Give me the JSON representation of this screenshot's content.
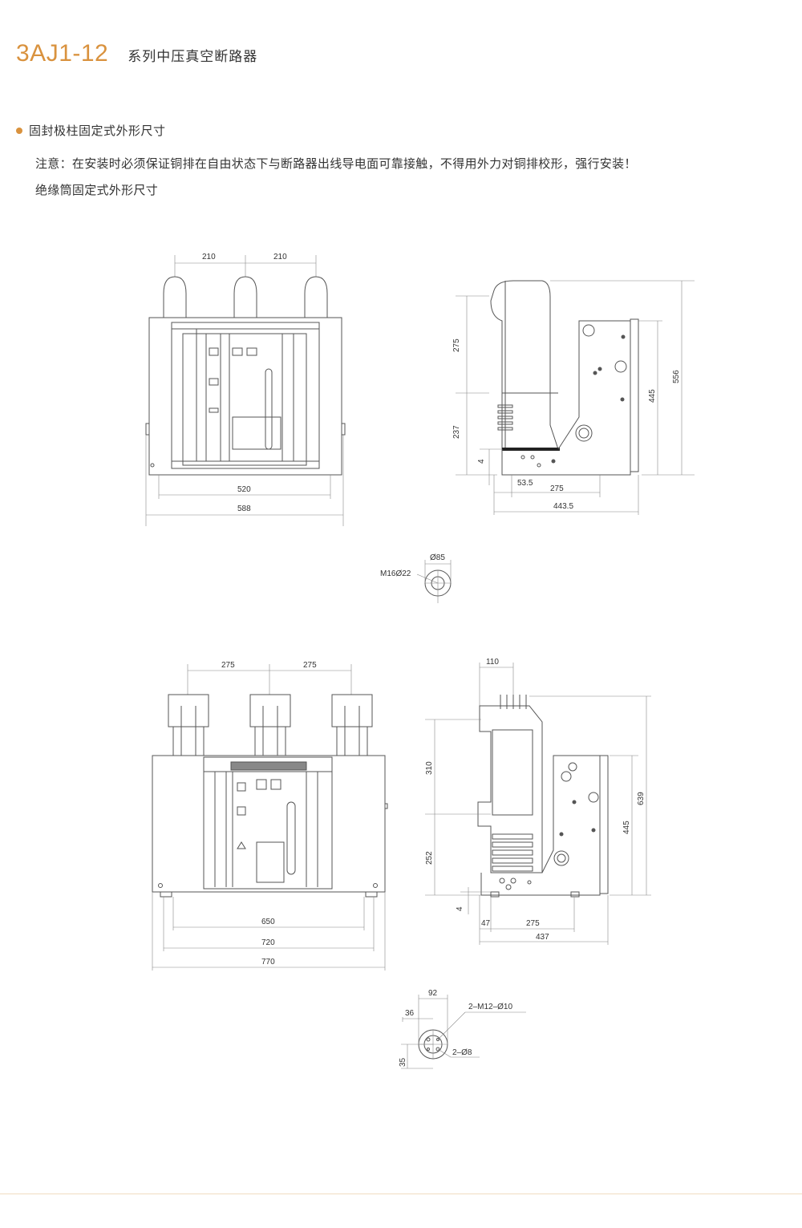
{
  "header": {
    "model": "3AJ1-12",
    "series": "系列中压真空断路器"
  },
  "section": {
    "title": "固封极柱固定式外形尺寸"
  },
  "note": "注意：在安装时必须保证铜排在自由状态下与断路器出线导电面可靠接触，不得用外力对铜排校形，强行安装！",
  "subtitle": "绝缘筒固定式外形尺寸",
  "drawing1": {
    "front": {
      "pitch_left": "210",
      "pitch_right": "210",
      "width_inner": "520",
      "width_outer": "588"
    },
    "side": {
      "upper": "275",
      "lower": "237",
      "gap": "4",
      "total_height": "556",
      "height_445": "445",
      "offset": "53.5",
      "mount": "275",
      "depth": "443.5"
    },
    "terminal": {
      "dia": "Ø85",
      "thread": "M16Ø22"
    }
  },
  "drawing2": {
    "front": {
      "pitch_left": "275",
      "pitch_right": "275",
      "w650": "650",
      "w720": "720",
      "w770": "770"
    },
    "side": {
      "top": "110",
      "upper": "310",
      "lower": "252",
      "gap": "4",
      "total_height": "639",
      "height_445": "445",
      "offset": "47",
      "mount": "275",
      "depth": "437"
    },
    "terminal": {
      "w92": "92",
      "w36": "36",
      "h35": "35",
      "thread": "2–M12–Ø10",
      "hole": "2–Ø8"
    }
  },
  "colors": {
    "accent": "#d9923e",
    "line": "#555555"
  }
}
